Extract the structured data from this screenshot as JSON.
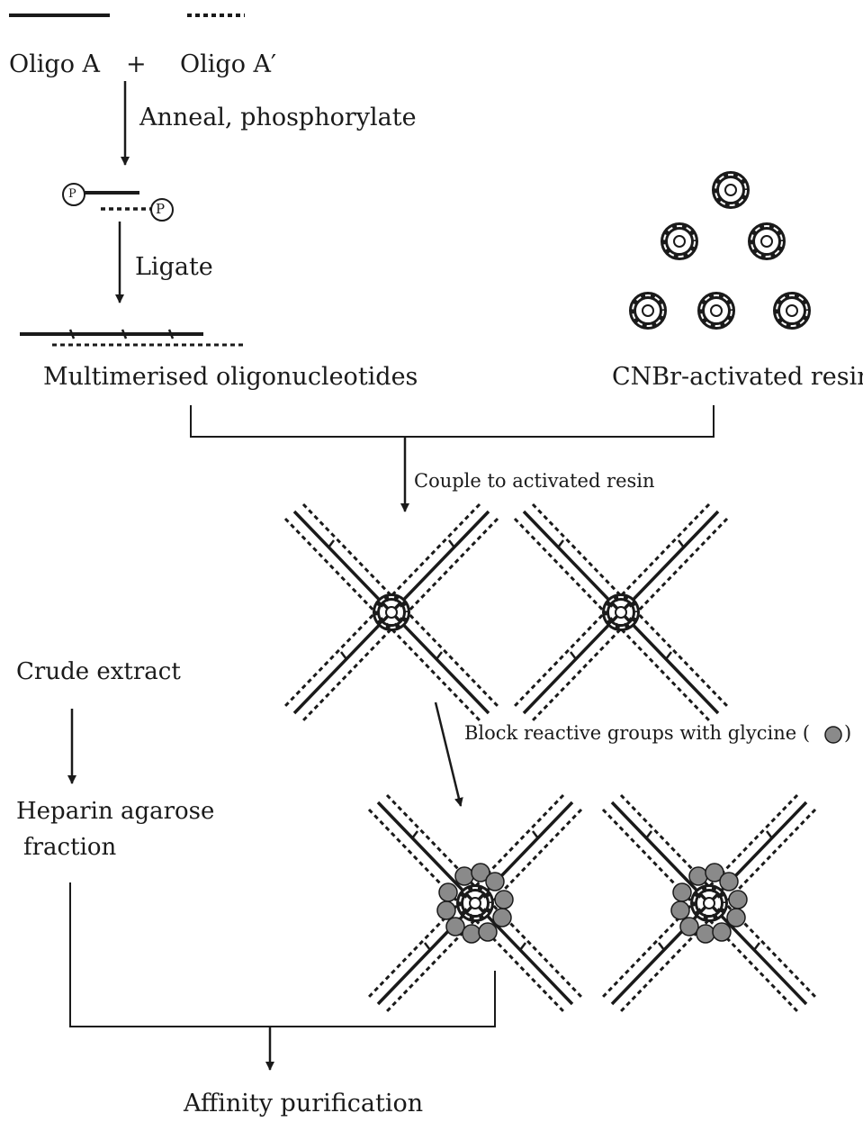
{
  "labels": {
    "oligo_a": "Oligo A",
    "plus": "+",
    "oligo_a_prime": "Oligo A′",
    "step_anneal": "Anneal, phosphorylate",
    "phosphate": "P",
    "step_ligate": "Ligate",
    "multimerised": "Multimerised oligonucleotides",
    "resin": "CNBr-activated resin",
    "step_couple": "Couple to activated resin",
    "crude_extract": "Crude extract",
    "block_prefix": "Block reactive groups with glycine (",
    "block_suffix": ")",
    "heparin_line1": "Heparin agarose",
    "heparin_line2": "fraction",
    "affinity": "Affinity purification"
  },
  "colors": {
    "ink": "#1a1a1a",
    "glycine_fill": "#8a8a8a",
    "background": "#ffffff"
  },
  "icons": {
    "resin_bead": "resin-bead-icon",
    "glycine": "glycine-icon",
    "phosphate": "phosphate-icon"
  }
}
